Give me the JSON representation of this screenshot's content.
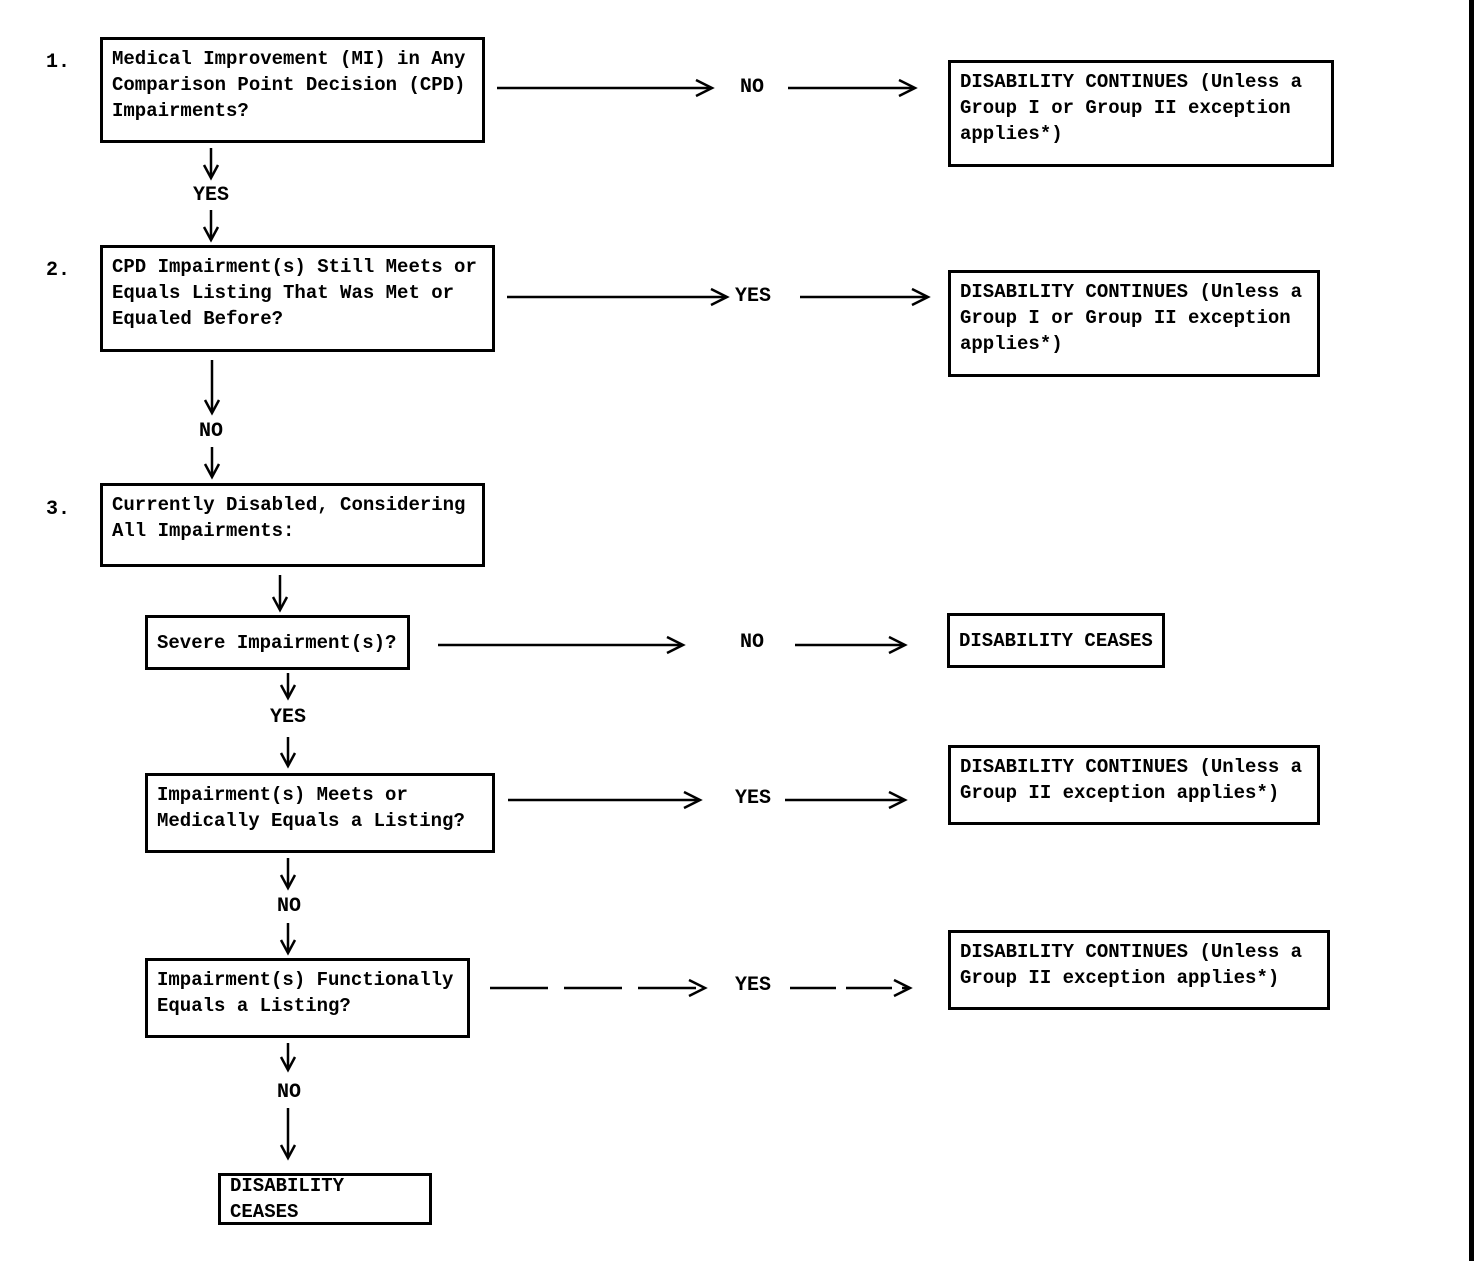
{
  "diagram": {
    "type": "flowchart",
    "colors": {
      "ink": "#000000",
      "paper": "#ffffff"
    },
    "steps": {
      "s1": "1.",
      "s2": "2.",
      "s3": "3."
    },
    "nodes": {
      "q1": {
        "text": "Medical Improvement (MI) in Any\nComparison Point Decision (CPD)\nImpairments?"
      },
      "q2": {
        "text": "CPD Impairment(s) Still Meets or\nEquals Listing That Was Met or\nEqualed Before?"
      },
      "q3": {
        "text": "Currently Disabled, Considering\nAll Impairments:"
      },
      "severe": {
        "text": "Severe Impairment(s)?"
      },
      "meets": {
        "text": "Impairment(s) Meets or\nMedically Equals a Listing?"
      },
      "functional": {
        "text": "Impairment(s) Functionally\nEquals a Listing?"
      },
      "ceases_bottom": {
        "text": "DISABILITY CEASES"
      },
      "continues_group1_2_a": {
        "text": "DISABILITY CONTINUES (Unless a\nGroup I or Group II exception\napplies*)"
      },
      "continues_group1_2_b": {
        "text": "DISABILITY CONTINUES (Unless a\nGroup I or Group II exception\napplies*)"
      },
      "ceases_severe": {
        "text": "DISABILITY CEASES"
      },
      "continues_group2_a": {
        "text": "DISABILITY CONTINUES (Unless a\nGroup II exception applies*)"
      },
      "continues_group2_b": {
        "text": "DISABILITY CONTINUES (Unless a\nGroup II exception applies*)"
      }
    },
    "edge_labels": {
      "q1_right": "NO",
      "q1_down": "YES",
      "q2_right": "YES",
      "q2_down": "NO",
      "severe_right": "NO",
      "severe_down": "YES",
      "meets_right": "YES",
      "meets_down": "NO",
      "functional_right": "YES",
      "functional_down": "NO"
    }
  }
}
